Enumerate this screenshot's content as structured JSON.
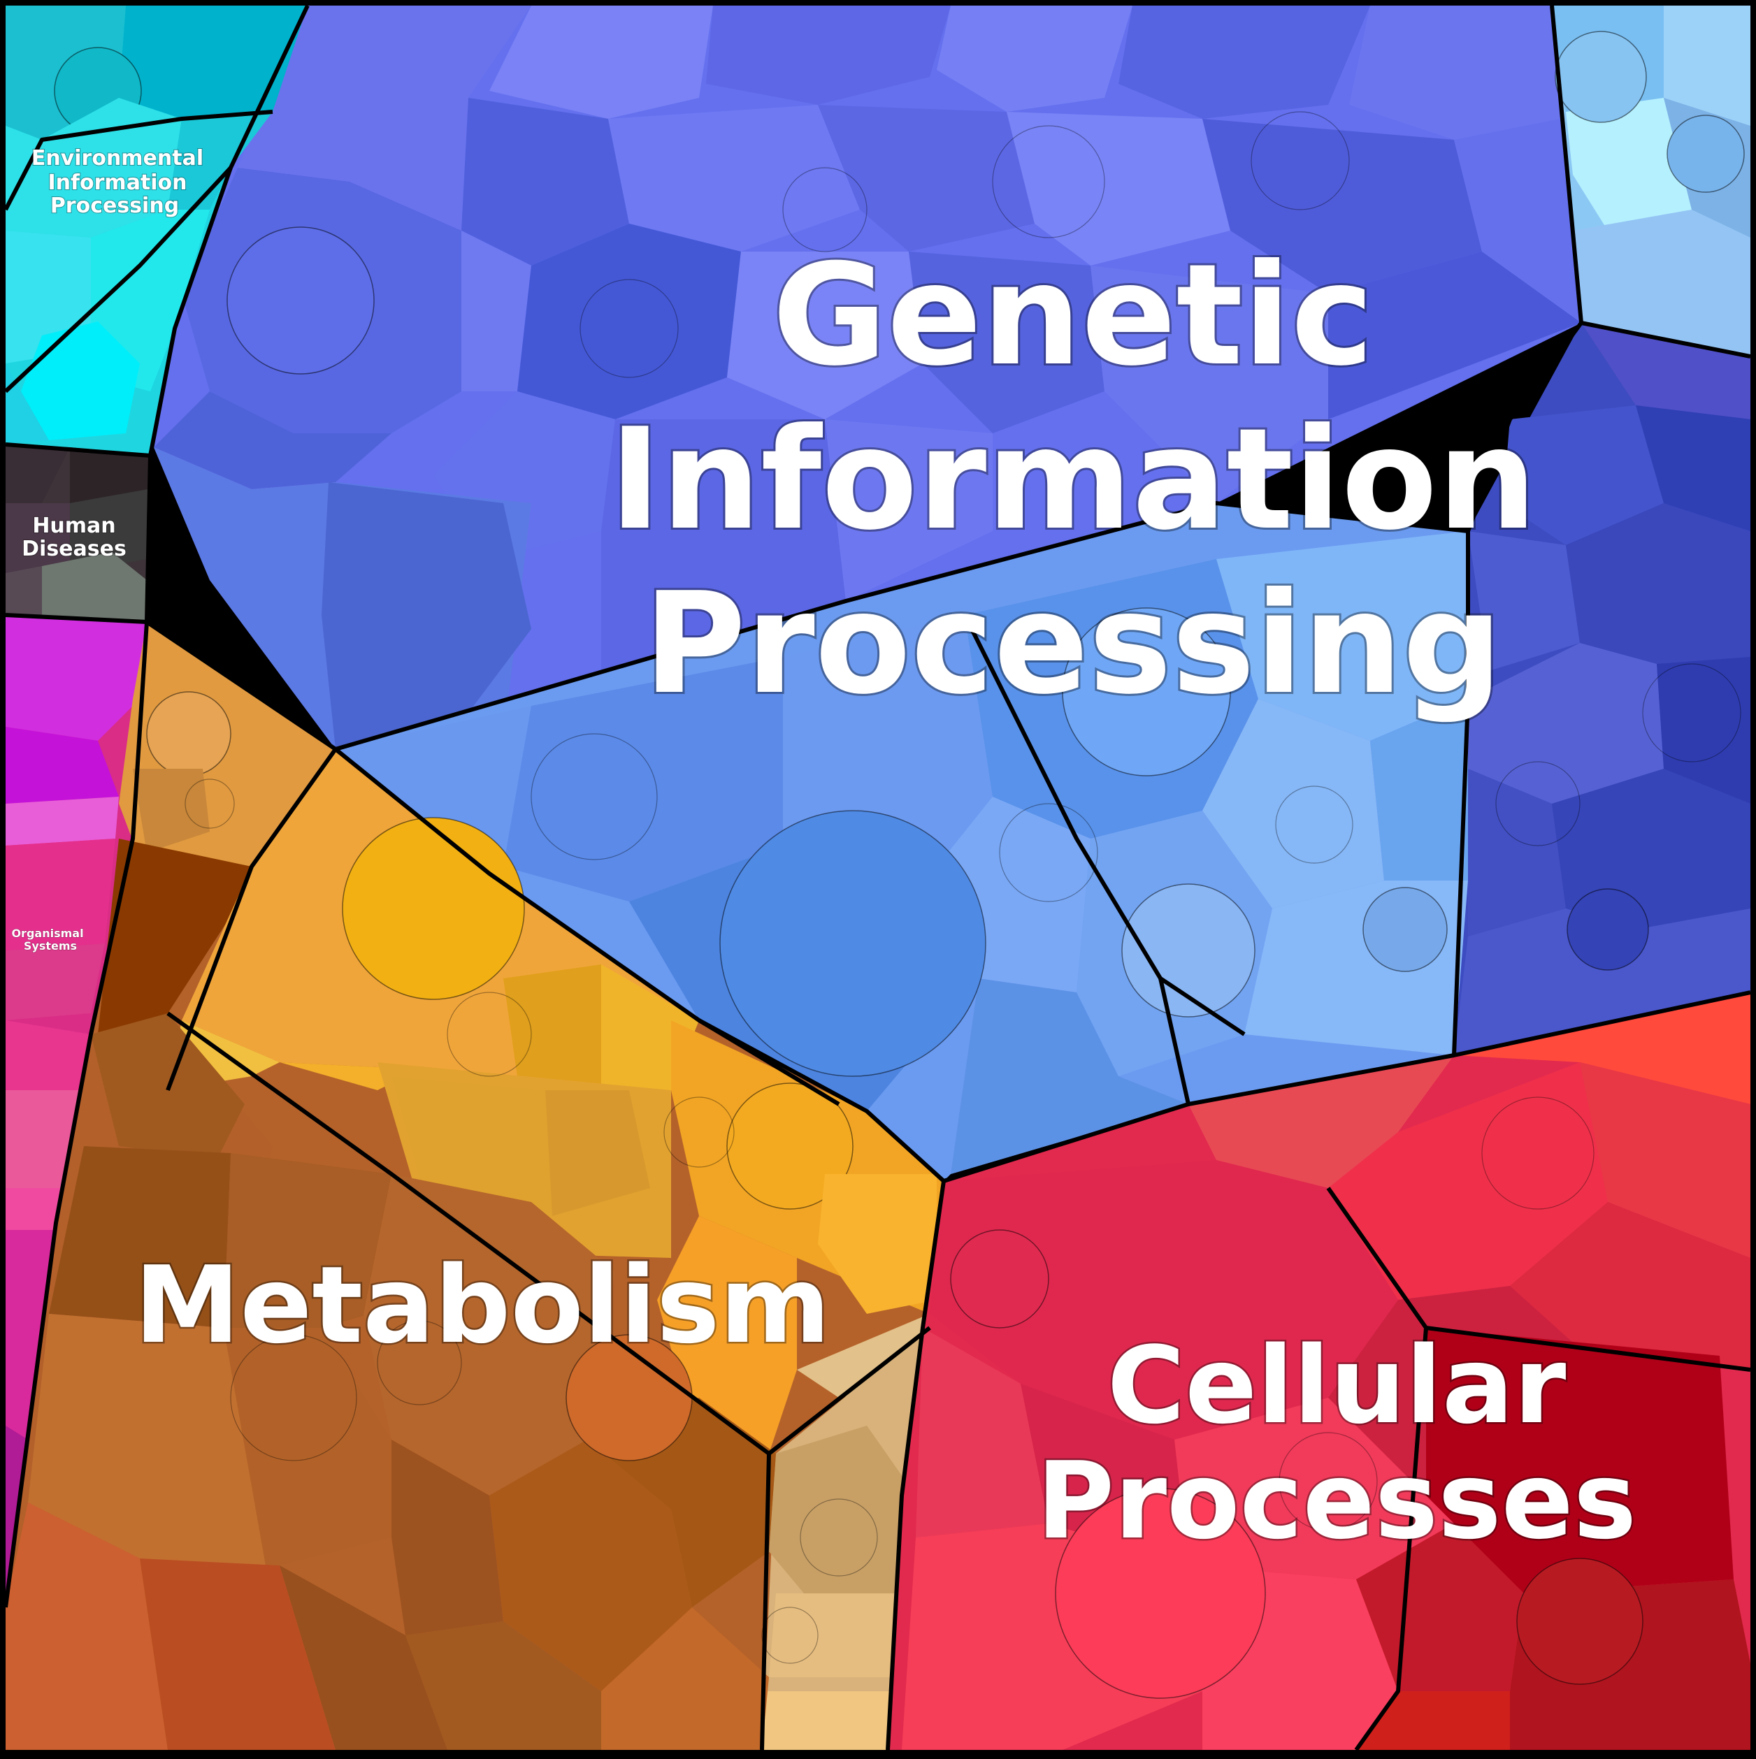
{
  "categories": [
    {
      "id": "genetic",
      "label_lines": [
        "Genetic",
        "Information",
        "Processing"
      ],
      "color": "#5b6fe6"
    },
    {
      "id": "metabolism",
      "label_lines": [
        "Metabolism"
      ],
      "color": "#b5652a"
    },
    {
      "id": "cellular",
      "label_lines": [
        "Cellular",
        "Processes"
      ],
      "color": "#e8344e"
    },
    {
      "id": "environmental",
      "label_lines": [
        "Environmental",
        "Information",
        "Processing"
      ],
      "color": "#1fd6e0"
    },
    {
      "id": "human_diseases",
      "label_lines": [
        "Human",
        "Diseases"
      ],
      "color": "#4a3a40"
    },
    {
      "id": "organismal",
      "label_lines": [
        "Organismal",
        "Systems"
      ],
      "color": "#e43a8c"
    }
  ]
}
